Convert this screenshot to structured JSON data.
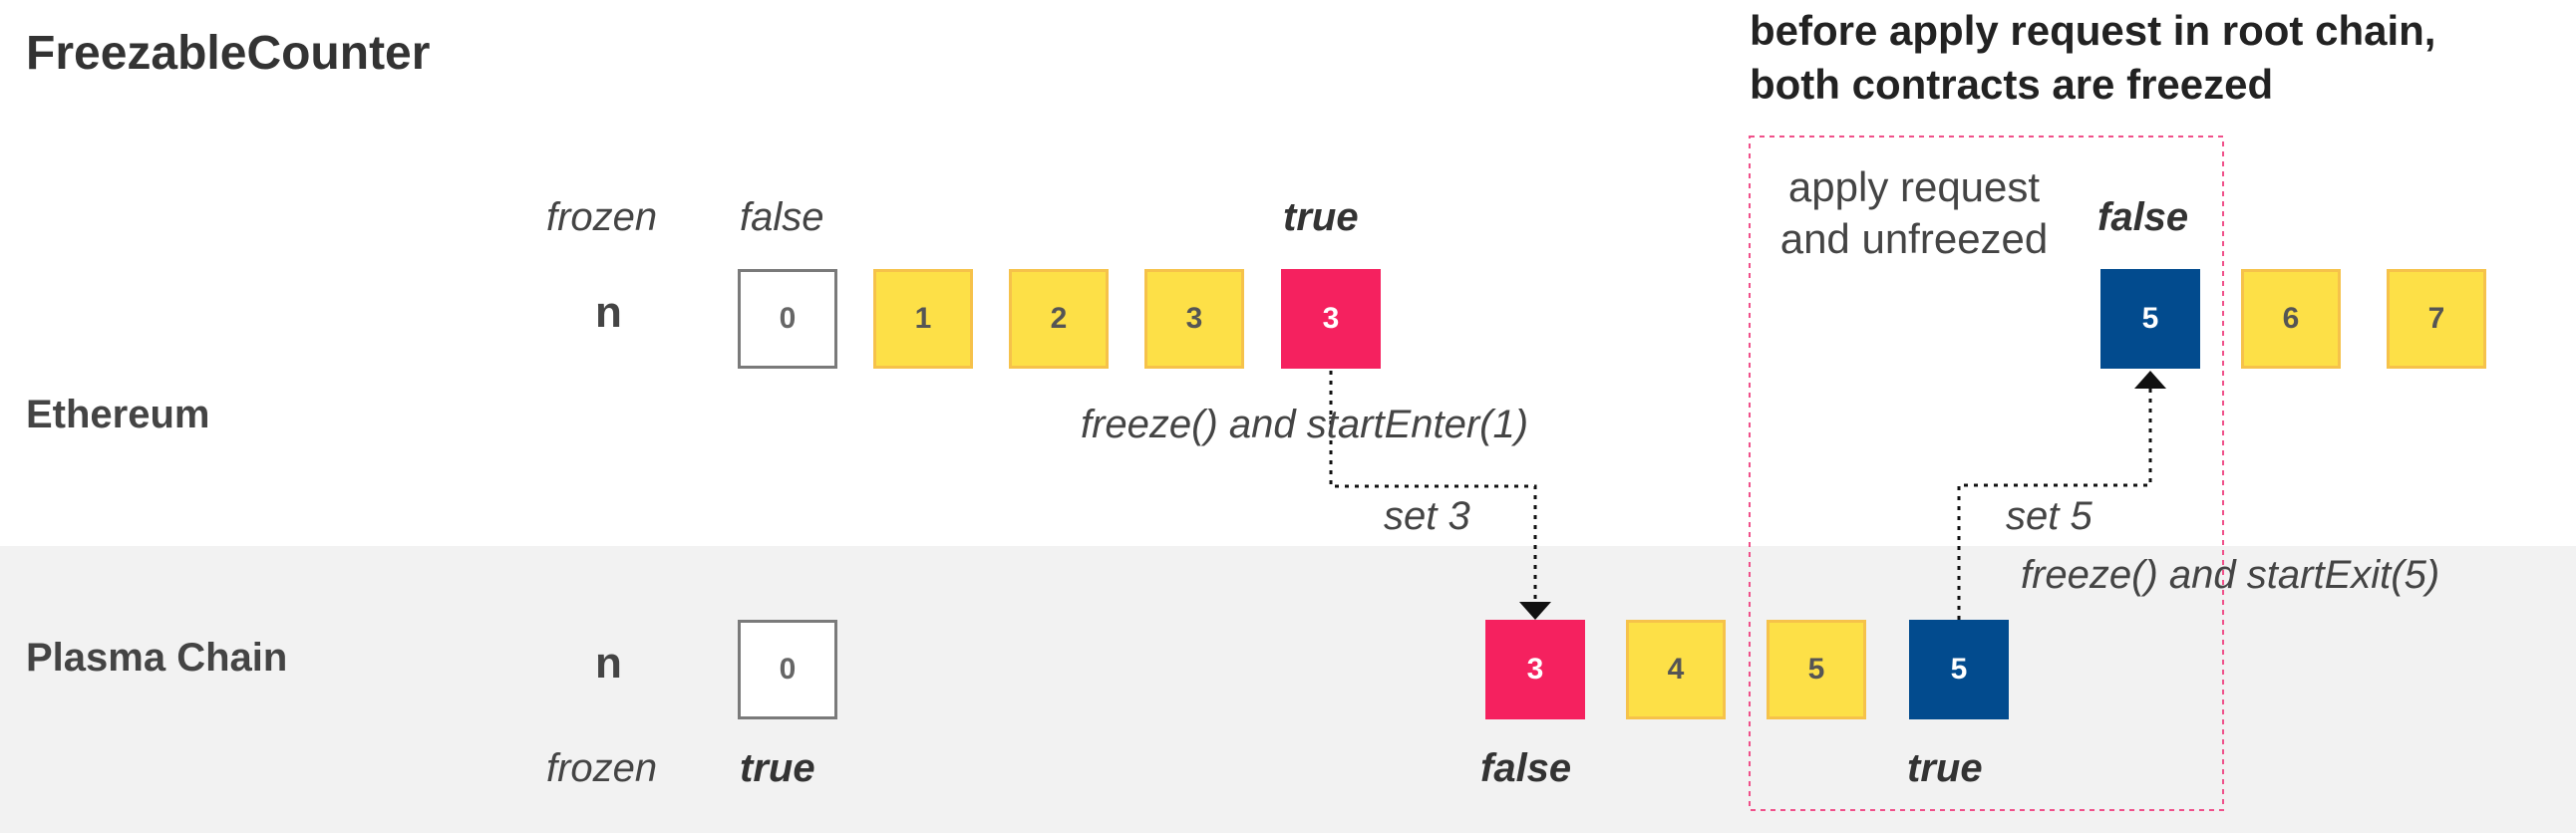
{
  "title": "FreezableCounter",
  "note": "before apply request in root chain, both contracts are freezed",
  "apply_label": "apply request and unfreezed",
  "ethereum": {
    "label": "Ethereum",
    "n_label": "n",
    "frozen_label": "frozen",
    "frozen_states": [
      {
        "text": "false",
        "emphasis": false
      },
      {
        "text": "true",
        "emphasis": true
      },
      {
        "text": "false",
        "emphasis": true
      }
    ],
    "cells": [
      {
        "value": "0",
        "color": "white"
      },
      {
        "value": "1",
        "color": "yellow"
      },
      {
        "value": "2",
        "color": "yellow"
      },
      {
        "value": "3",
        "color": "yellow"
      },
      {
        "value": "3",
        "color": "pink"
      },
      {
        "value": "5",
        "color": "blue"
      },
      {
        "value": "6",
        "color": "yellow"
      },
      {
        "value": "7",
        "color": "yellow"
      }
    ]
  },
  "plasma": {
    "label": "Plasma Chain",
    "n_label": "n",
    "frozen_label": "frozen",
    "frozen_states": [
      {
        "text": "true",
        "emphasis": true
      },
      {
        "text": "false",
        "emphasis": true
      },
      {
        "text": "true",
        "emphasis": true
      }
    ],
    "cells": [
      {
        "value": "0",
        "color": "white"
      },
      {
        "value": "3",
        "color": "pink"
      },
      {
        "value": "4",
        "color": "yellow"
      },
      {
        "value": "5",
        "color": "yellow"
      },
      {
        "value": "5",
        "color": "blue"
      }
    ]
  },
  "arrows": {
    "enter_label": "freeze() and startEnter(1)",
    "enter_set": "set 3",
    "exit_label": "freeze() and startExit(5)",
    "exit_set": "set 5"
  },
  "colors": {
    "yellow": "#fde047",
    "pink": "#f5215f",
    "blue": "#024b8e",
    "highlight_border": "#f0508a",
    "band": "#f2f2f2"
  }
}
